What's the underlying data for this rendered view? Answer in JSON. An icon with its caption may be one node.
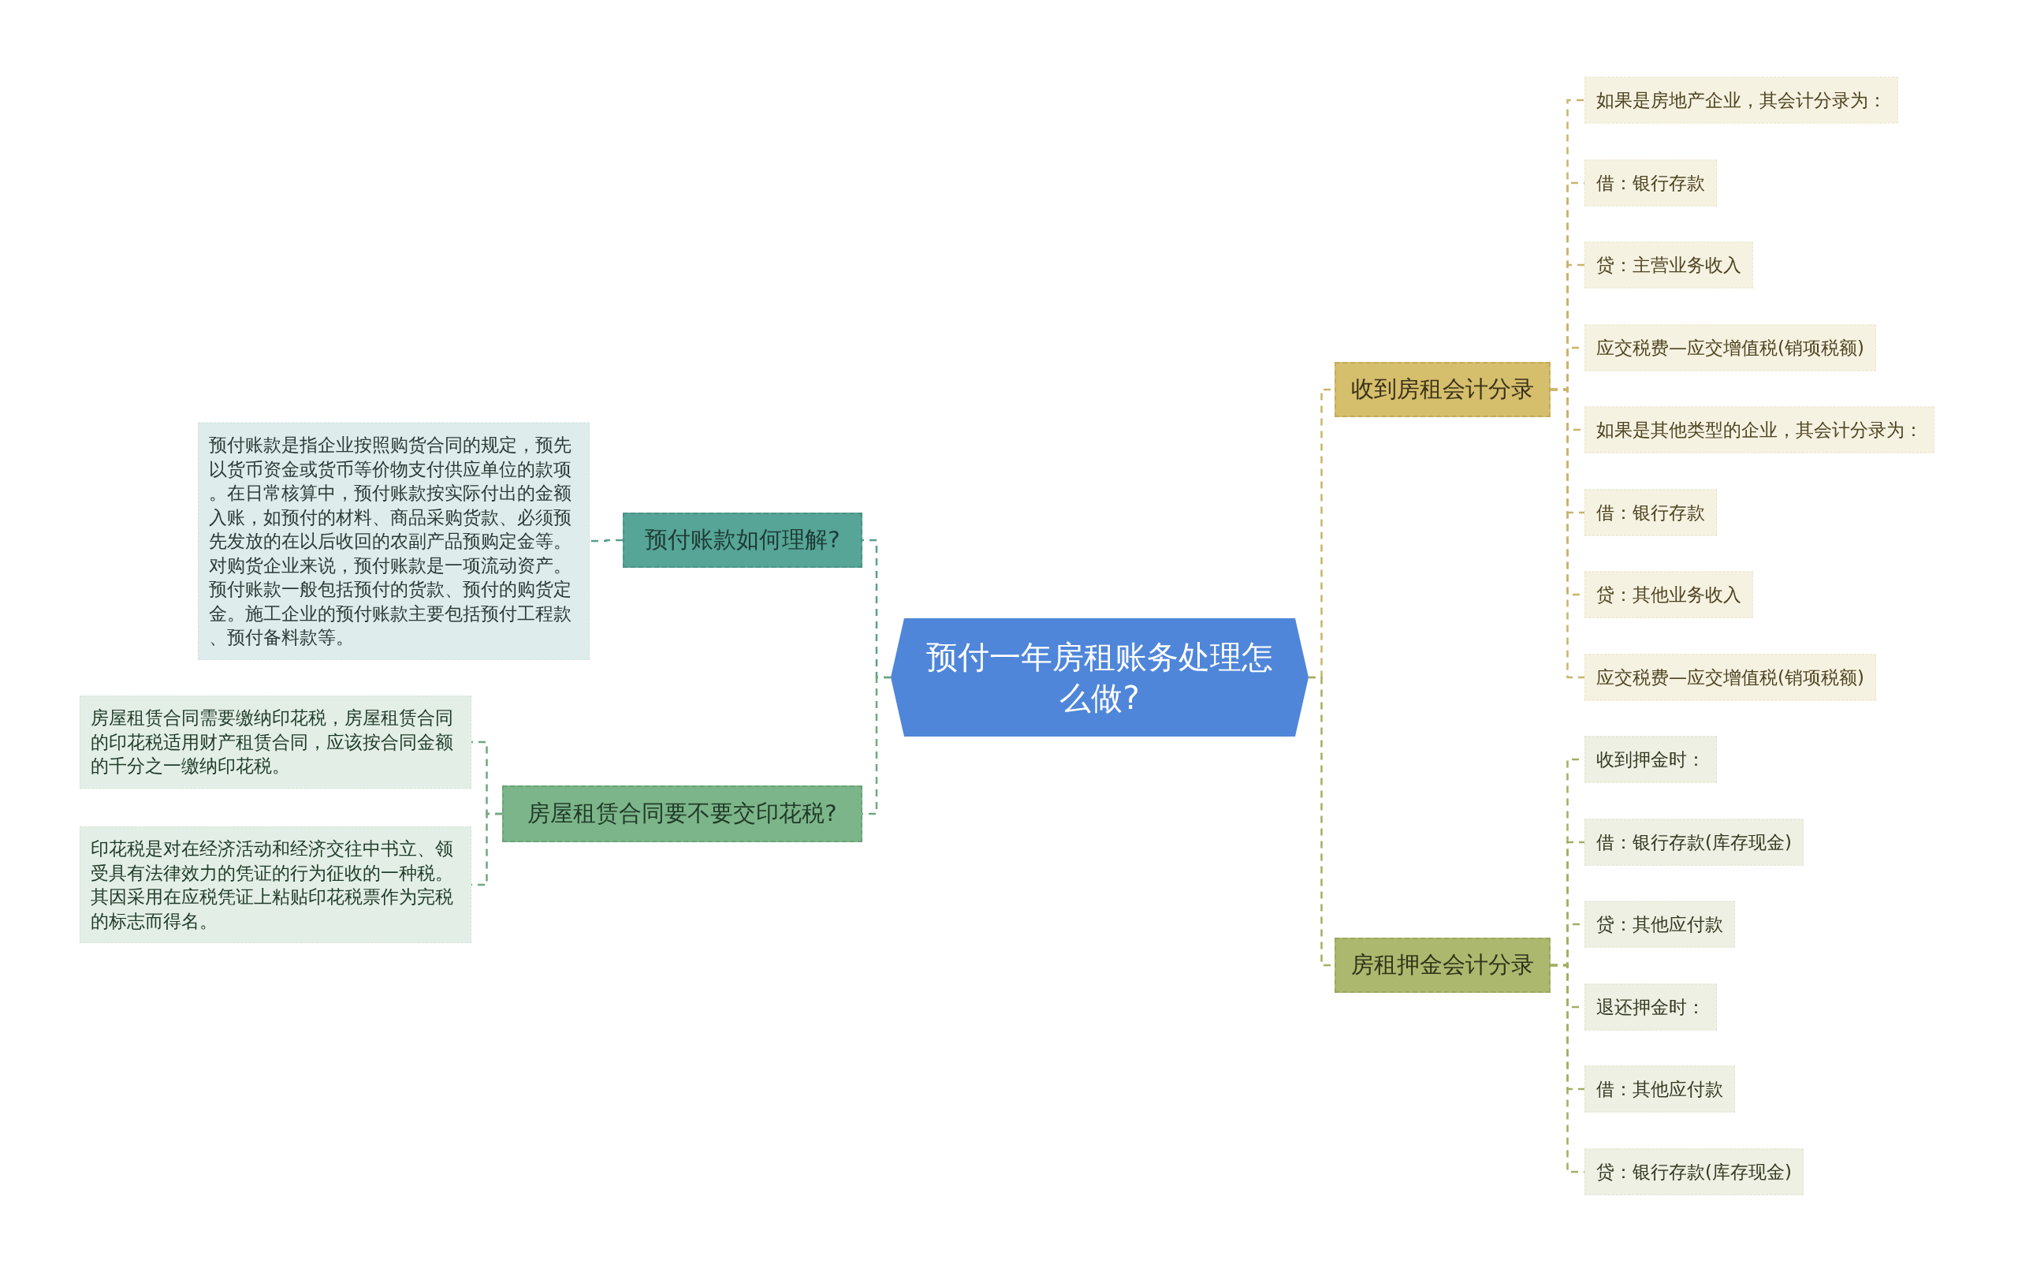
{
  "diagram": {
    "nodes": [
      {
        "text": [
          "预付一年房租账务处理怎么做?"
        ]
      },
      {
        "text": [
          "预付账款如何理解?"
        ]
      },
      {
        "text": [
          "预付账款是指企业按照购货合同的规定，预先以货币资金或货币等价物支付供应单位的款项。在日常核算中，预付账款按实际付出的金额入账，如预付的材料、商品采购货款、必须预先发放的在以后收回的农副产品预购定金等。对购货企业来说，预付账款是一项流动资产。预付账款一般包括预付的货款、预付的购货定金。施工企业的预付账款主要包括预付工程款、预付备料款等。"
        ]
      },
      {
        "text": [
          "房屋租赁合同要不要交印花税?"
        ]
      },
      {
        "text": [
          "房屋租赁合同需要缴纳印花税，房屋租赁合同的印花税适用财产租赁合同，应该按合同金额的千分之一缴纳印花税。"
        ]
      },
      {
        "text": [
          "印花税是对在经济活动和经济交往中书立、领受具有法律效力的凭证的行为征收的一种税。其因采用在应税凭证上粘贴印花税票作为完税的标志而得名。"
        ]
      },
      {
        "text": [
          "收到房租会计分录"
        ]
      },
      {
        "text": [
          "如果是房地产企业，其会计分录为："
        ]
      },
      {
        "text": [
          "借：银行存款"
        ]
      },
      {
        "text": [
          "贷：主营业务收入"
        ]
      },
      {
        "text": [
          "应交税费—应交增值税(销项税额)"
        ]
      },
      {
        "text": [
          "如果是其他类型的企业，其会计分录为："
        ]
      },
      {
        "text": [
          "借：银行存款"
        ]
      },
      {
        "text": [
          "贷：其他业务收入"
        ]
      },
      {
        "text": [
          "应交税费—应交增值税(销项税额)"
        ]
      },
      {
        "text": [
          "房租押金会计分录"
        ]
      },
      {
        "text": [
          "收到押金时："
        ]
      },
      {
        "text": [
          "借：银行存款(库存现金)"
        ]
      },
      {
        "text": [
          "贷：其他应付款"
        ]
      },
      {
        "text": [
          "退还押金时："
        ]
      },
      {
        "text": [
          "借：其他应付款"
        ]
      },
      {
        "text": [
          "贷：银行存款(库存现金)"
        ]
      }
    ],
    "edges": [
      {
        "from": 0,
        "to": 1,
        "arrow": "none",
        "style": "dashed",
        "color": "#5a9e92"
      },
      {
        "from": 1,
        "to": 2,
        "arrow": "none",
        "style": "dashed",
        "color": "#5a9e92"
      },
      {
        "from": 0,
        "to": 3,
        "arrow": "none",
        "style": "dashed",
        "color": "#6fa87d"
      },
      {
        "from": 3,
        "to": 4,
        "arrow": "none",
        "style": "dashed",
        "color": "#6fa87d"
      },
      {
        "from": 3,
        "to": 5,
        "arrow": "none",
        "style": "dashed",
        "color": "#6fa87d"
      },
      {
        "from": 0,
        "to": 6,
        "arrow": "none",
        "style": "dashed"
      },
      {
        "from": 6,
        "to": 7,
        "arrow": "none",
        "style": "dashed"
      },
      {
        "from": 6,
        "to": 8,
        "arrow": "none",
        "style": "dashed"
      },
      {
        "from": 6,
        "to": 9,
        "arrow": "none",
        "style": "dashed"
      },
      {
        "from": 6,
        "to": 10,
        "arrow": "none",
        "style": "dashed"
      },
      {
        "from": 6,
        "to": 11,
        "arrow": "none",
        "style": "dashed"
      },
      {
        "from": 6,
        "to": 12,
        "arrow": "none",
        "style": "dashed"
      },
      {
        "from": 6,
        "to": 13,
        "arrow": "none",
        "style": "dashed"
      },
      {
        "from": 6,
        "to": 14,
        "arrow": "none",
        "style": "dashed"
      },
      {
        "from": 0,
        "to": 15,
        "arrow": "none",
        "style": "dashed",
        "color": "#a3ae62"
      },
      {
        "from": 15,
        "to": 16,
        "arrow": "none",
        "style": "dashed",
        "color": "#a3ae62"
      },
      {
        "from": 15,
        "to": 17,
        "arrow": "none",
        "style": "dashed",
        "color": "#a3ae62"
      },
      {
        "from": 15,
        "to": 18,
        "arrow": "none",
        "style": "dashed",
        "color": "#a3ae62"
      },
      {
        "from": 15,
        "to": 19,
        "arrow": "none",
        "style": "dashed",
        "color": "#a3ae62"
      },
      {
        "from": 15,
        "to": 20,
        "arrow": "none",
        "style": "dashed",
        "color": "#a3ae62"
      },
      {
        "from": 15,
        "to": 21,
        "arrow": "none",
        "style": "dashed",
        "color": "#a3ae62"
      }
    ]
  }
}
